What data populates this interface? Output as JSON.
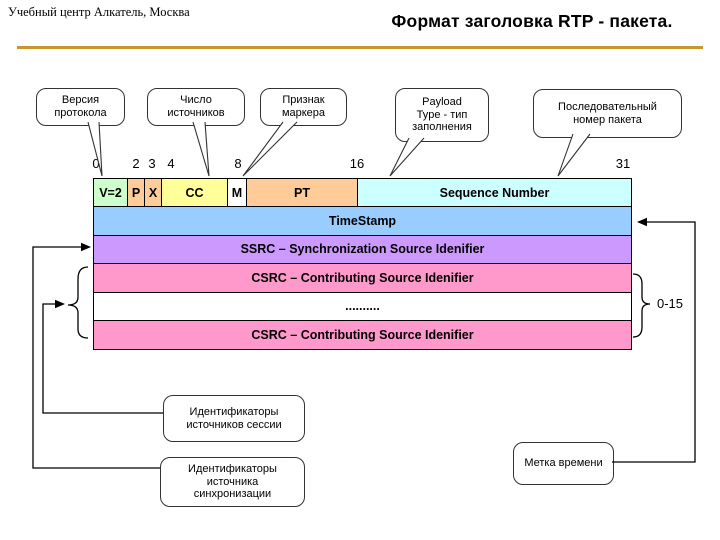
{
  "slide": {
    "org": "Учебный центр Алкатель, Москва",
    "title": "Формат заголовка RTP - пакета."
  },
  "callouts": [
    {
      "label": "Версия\nпротокола"
    },
    {
      "label": "Число\nисточников"
    },
    {
      "label": "Признак\nмаркера"
    },
    {
      "label": "Payload\nType - тип\nзаполнения"
    },
    {
      "label": "Последовательный\nномер пакета"
    }
  ],
  "bit_labels": [
    "0",
    "2",
    "3",
    "4",
    "8",
    "16",
    "31"
  ],
  "packet": {
    "row1": [
      "V=2",
      "P",
      "X",
      "CC",
      "M",
      "PT",
      "Sequence Number"
    ],
    "row2": "TimeStamp",
    "row3": "SSRC – Synchronization Source Idenifier",
    "row4": "CSRC – Contributing Source Idenifier",
    "row5": "..........",
    "row6": "CSRC – Contributing Source Idenifier",
    "csrc_count_label": "0-15"
  },
  "notes": {
    "session": "Идентификаторы\nисточников сессии",
    "sync": "Идентификаторы\nисточника\nсинхронизации",
    "timestamp": "Метка времени"
  },
  "colors": {
    "version_field": "#ccffcc",
    "p_x_pt_fields": "#ffcc99",
    "cc_field": "#ffff99",
    "m_field": "#ffffff",
    "sequence_field": "#ccffff",
    "timestamp_row": "#99ccff",
    "ssrc_row": "#cc99ff",
    "csrc_row": "#ff99cc",
    "title_rule": "#c8962e"
  }
}
